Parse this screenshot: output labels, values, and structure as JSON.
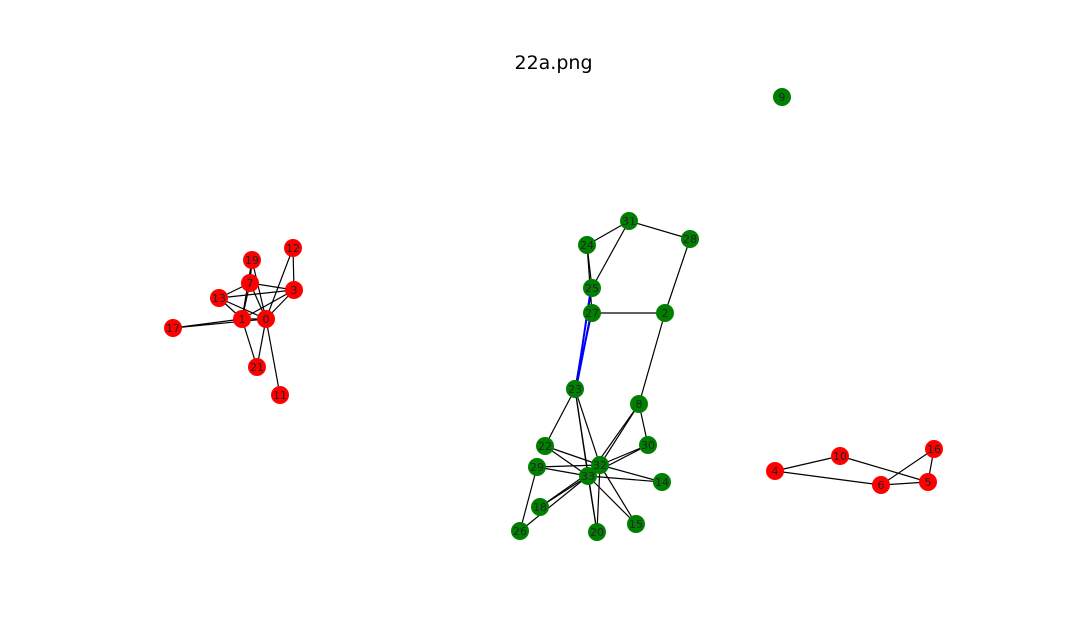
{
  "figure": {
    "title": "22a.png"
  },
  "colors": {
    "red_group": "#ff0000",
    "green_group": "#008000",
    "edge": "#000000",
    "highlight_edge": "#0000ff",
    "label": "#222222"
  },
  "graph": {
    "nodes": [
      {
        "id": "1",
        "group": "red"
      },
      {
        "id": "0",
        "group": "red"
      },
      {
        "id": "3",
        "group": "red"
      },
      {
        "id": "7",
        "group": "red"
      },
      {
        "id": "11",
        "group": "red"
      },
      {
        "id": "12",
        "group": "red"
      },
      {
        "id": "13",
        "group": "red"
      },
      {
        "id": "17",
        "group": "red"
      },
      {
        "id": "19",
        "group": "red"
      },
      {
        "id": "21",
        "group": "red"
      },
      {
        "id": "4",
        "group": "red"
      },
      {
        "id": "10",
        "group": "red"
      },
      {
        "id": "6",
        "group": "red"
      },
      {
        "id": "5",
        "group": "red"
      },
      {
        "id": "16",
        "group": "red"
      },
      {
        "id": "9",
        "group": "green"
      },
      {
        "id": "31",
        "group": "green"
      },
      {
        "id": "24",
        "group": "green"
      },
      {
        "id": "28",
        "group": "green"
      },
      {
        "id": "25",
        "group": "green"
      },
      {
        "id": "27",
        "group": "green"
      },
      {
        "id": "2",
        "group": "green"
      },
      {
        "id": "23",
        "group": "green"
      },
      {
        "id": "8",
        "group": "green"
      },
      {
        "id": "22",
        "group": "green"
      },
      {
        "id": "30",
        "group": "green"
      },
      {
        "id": "29",
        "group": "green"
      },
      {
        "id": "32",
        "group": "green"
      },
      {
        "id": "33",
        "group": "green"
      },
      {
        "id": "14",
        "group": "green"
      },
      {
        "id": "18",
        "group": "green"
      },
      {
        "id": "15",
        "group": "green"
      },
      {
        "id": "26",
        "group": "green"
      },
      {
        "id": "20",
        "group": "green"
      }
    ],
    "edges": [
      [
        "1",
        "0"
      ],
      [
        "1",
        "3"
      ],
      [
        "1",
        "7"
      ],
      [
        "1",
        "13"
      ],
      [
        "1",
        "17"
      ],
      [
        "1",
        "19"
      ],
      [
        "1",
        "21"
      ],
      [
        "0",
        "3"
      ],
      [
        "0",
        "7"
      ],
      [
        "0",
        "11"
      ],
      [
        "0",
        "12"
      ],
      [
        "0",
        "13"
      ],
      [
        "0",
        "17"
      ],
      [
        "0",
        "19"
      ],
      [
        "0",
        "21"
      ],
      [
        "3",
        "7"
      ],
      [
        "3",
        "12"
      ],
      [
        "3",
        "13"
      ],
      [
        "7",
        "19"
      ],
      [
        "7",
        "13"
      ],
      [
        "4",
        "10"
      ],
      [
        "4",
        "6"
      ],
      [
        "10",
        "5"
      ],
      [
        "6",
        "5"
      ],
      [
        "6",
        "16"
      ],
      [
        "5",
        "16"
      ],
      [
        "31",
        "24"
      ],
      [
        "31",
        "28"
      ],
      [
        "31",
        "25"
      ],
      [
        "24",
        "25"
      ],
      [
        "24",
        "27"
      ],
      [
        "28",
        "2"
      ],
      [
        "27",
        "2"
      ],
      [
        "2",
        "8"
      ],
      [
        "25",
        "23"
      ],
      [
        "27",
        "23"
      ],
      [
        "23",
        "22"
      ],
      [
        "23",
        "32"
      ],
      [
        "23",
        "33"
      ],
      [
        "23",
        "20"
      ],
      [
        "8",
        "30"
      ],
      [
        "8",
        "32"
      ],
      [
        "8",
        "33"
      ],
      [
        "22",
        "32"
      ],
      [
        "22",
        "33"
      ],
      [
        "29",
        "32"
      ],
      [
        "29",
        "33"
      ],
      [
        "29",
        "26"
      ],
      [
        "30",
        "32"
      ],
      [
        "30",
        "33"
      ],
      [
        "32",
        "33"
      ],
      [
        "32",
        "14"
      ],
      [
        "32",
        "18"
      ],
      [
        "32",
        "15"
      ],
      [
        "32",
        "20"
      ],
      [
        "33",
        "14"
      ],
      [
        "33",
        "18"
      ],
      [
        "33",
        "15"
      ],
      [
        "33",
        "20"
      ],
      [
        "33",
        "26"
      ]
    ],
    "highlight_edges": [
      [
        "27",
        "23"
      ],
      [
        "25",
        "23"
      ]
    ]
  }
}
